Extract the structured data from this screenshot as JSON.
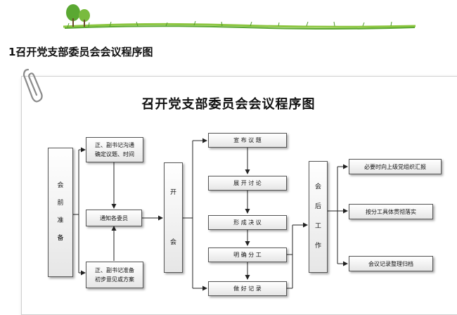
{
  "page": {
    "heading": "1召开党支部委员会会议程序图"
  },
  "diagram": {
    "title": "召开党支部委员会会议程序图",
    "pre_meeting": {
      "label_chars": [
        "会",
        "前",
        "准",
        "备"
      ],
      "step1_lines": [
        "正、副书记沟通",
        "确定议题、时间"
      ],
      "step2": "通知各委员",
      "step3_lines": [
        "正、副书记准备",
        "初步意见或方案"
      ]
    },
    "meeting": {
      "label_chars": [
        "开",
        "会"
      ],
      "steps": [
        "宣 布 议 题",
        "展 开 讨 论",
        "形 成 决 议",
        "明 确 分 工",
        "做 好 记 录"
      ]
    },
    "post_meeting": {
      "label_chars": [
        "会",
        "后",
        "工",
        "作"
      ],
      "tasks": [
        "必要时向上级党组织汇报",
        "按分工具体贯彻落实",
        "会议记录整理归档"
      ]
    }
  },
  "colors": {
    "line": "#222222",
    "box_border": "#555555",
    "grass": "#5aa832"
  }
}
